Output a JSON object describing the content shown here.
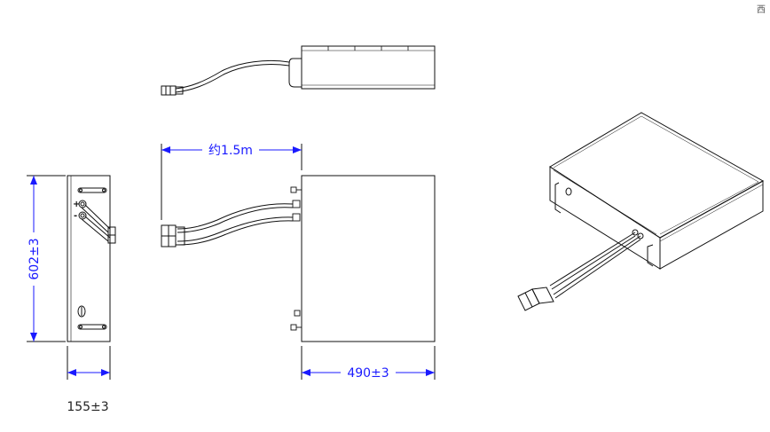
{
  "dimensions": {
    "cable_length": "约1.5m",
    "height": "602±3",
    "width": "490±3",
    "depth": "155±3"
  },
  "terminals": {
    "plus": "+",
    "minus": "-"
  },
  "corner_mark": "西",
  "colors": {
    "line": "#111111",
    "dimension": "#1a1aff",
    "paper": "#ffffff"
  }
}
